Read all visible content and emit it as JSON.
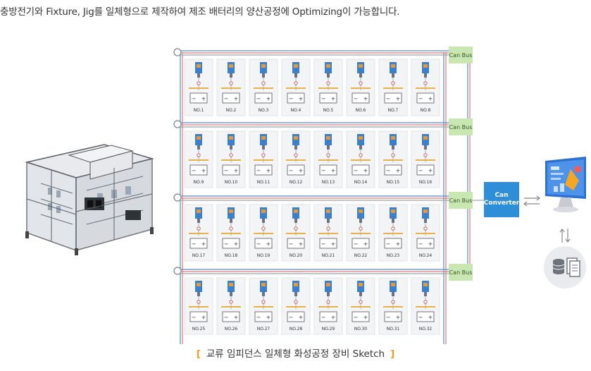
{
  "headline": "충방전기와 Fixture, Jig를 일체형으로 제작하여 제조 배터리의 양산공정에 Optimizing이 가능합니다.",
  "can_bus_label": "Can\nBus",
  "converter_label": "Can\nConverter",
  "caption": "교류 임피던스 일체형 화성공정 장비 Sketch",
  "caption_open": "[",
  "caption_close": "]",
  "cell_polarity": {
    "minus": "−",
    "plus": "+"
  },
  "cells": [
    [
      "NO.1",
      "NO.2",
      "NO.3",
      "NO.4",
      "NO.5",
      "NO.6",
      "NO.7",
      "NO.8"
    ],
    [
      "NO.9",
      "NO.10",
      "NO.11",
      "NO.12",
      "NO.13",
      "NO.14",
      "NO.15",
      "NO.16"
    ],
    [
      "NO.17",
      "NO.18",
      "NO.19",
      "NO.20",
      "NO.21",
      "NO.22",
      "NO.23",
      "NO.24"
    ],
    [
      "NO.25",
      "NO.26",
      "NO.27",
      "NO.28",
      "NO.29",
      "NO.30",
      "NO.31",
      "NO.32"
    ]
  ],
  "colors": {
    "bus_blue": "#4a8fd6",
    "bus_red": "#e07a7a",
    "bus_gray": "#9aa3ad",
    "canbus_green": "#c9e8b1",
    "converter_blue": "#2f8ed8",
    "accent_orange": "#f59a23"
  },
  "icons": {
    "machine": "battery-formation-machine-illustration",
    "monitor": "pc-monitor-icon",
    "database": "database-docs-icon"
  }
}
